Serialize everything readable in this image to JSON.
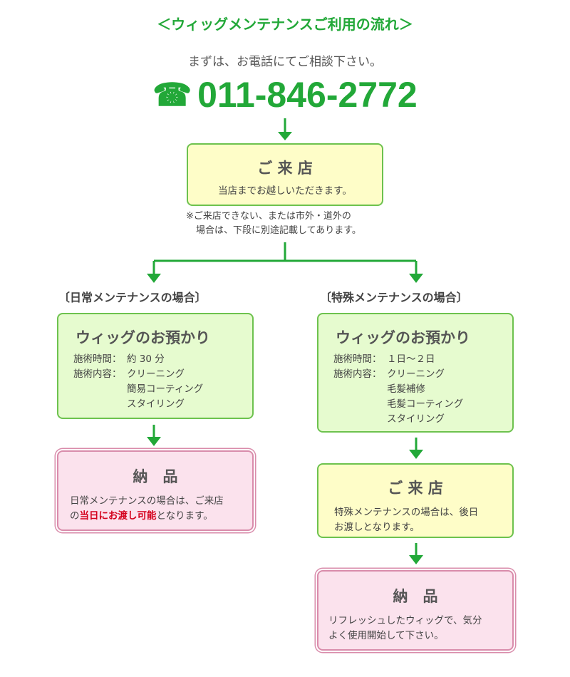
{
  "title": "＜ウィッグメンテナンスご利用の流れ＞",
  "intro": "まずは、お電話にてご相談下さい。",
  "phone": {
    "icon": "telephone-icon",
    "number": "011-846-2772"
  },
  "colors": {
    "green": "#22a838",
    "box_border": "#6dc24e",
    "yellow_bg": "#fefdc8",
    "green_bg": "#e6fbcf",
    "pink_bg": "#fbe2ed",
    "pink_border": "#d98cab",
    "emphasis": "#d4001c"
  },
  "visit": {
    "title": "ご 来 店",
    "text": "当店までお越しいただきます。"
  },
  "note": {
    "line1": "※ご来店できない、または市外・道外の",
    "line2": "場合は、下段に別途記載してあります。"
  },
  "daily": {
    "heading": "〔日常メンテナンスの場合〕",
    "step1": {
      "title": "ウィッグのお預かり",
      "time_label": "施術時間：",
      "time_value": "約 30 分",
      "content_label": "施術内容：",
      "items": [
        "クリーニング",
        "簡易コーティング",
        "スタイリング"
      ]
    },
    "delivery": {
      "title": "納　品",
      "text_before": "日常メンテナンスの場合は、ご来店",
      "text_prefix": "の",
      "text_emphasis": "当日にお渡し可能",
      "text_after": "となります。"
    }
  },
  "special": {
    "heading": "〔特殊メンテナンスの場合〕",
    "step1": {
      "title": "ウィッグのお預かり",
      "time_label": "施術時間：",
      "time_value": "１日～２日",
      "content_label": "施術内容：",
      "items": [
        "クリーニング",
        "毛髪補修",
        "毛髪コーティング",
        "スタイリング"
      ]
    },
    "visit": {
      "title": "ご 来 店",
      "line1": "特殊メンテナンスの場合は、後日",
      "line2": "お渡しとなります。"
    },
    "delivery": {
      "title": "納　品",
      "line1": "リフレッシュしたウィッグで、気分",
      "line2": "よく使用開始して下さい。"
    }
  }
}
